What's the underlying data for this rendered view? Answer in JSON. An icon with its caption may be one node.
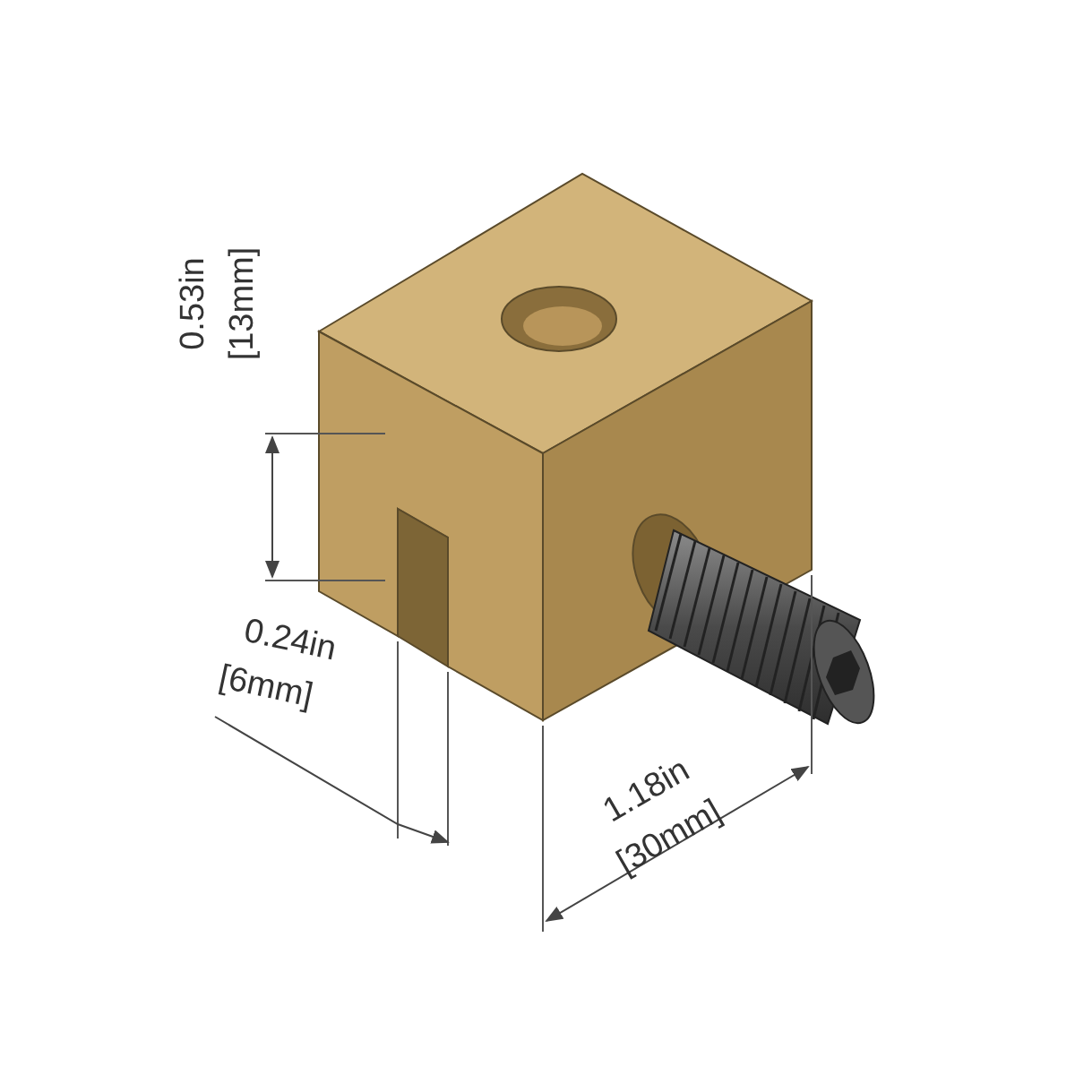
{
  "diagram": {
    "labels": [
      "0.53in",
      "[13mm]",
      "0.24in",
      "[6mm]",
      "1.18in",
      "[30mm]"
    ]
  }
}
